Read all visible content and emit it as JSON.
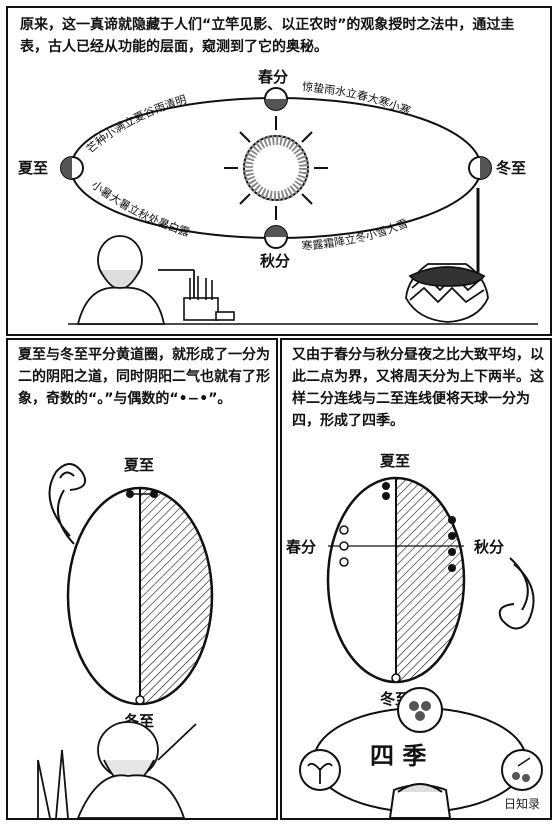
{
  "top_panel": {
    "text": "原来，这一真谛就隐藏于人们“立竿见影、以正农时”的观象授时之法中，通过圭表，古人已经从功能的层面，窥测到了它的奥秘。",
    "labels": {
      "spring": "春分",
      "autumn": "秋分",
      "summer": "夏至",
      "winter": "冬至"
    },
    "terms_upper_left": "芒种小满立夏谷雨清明",
    "terms_upper_right": "惊蛰雨水立春大寒小寒",
    "terms_lower_left": "小暑大暑立秋处暑白露",
    "terms_lower_right": "寒露霜降立冬小雪大雪"
  },
  "left_panel": {
    "text": "夏至与冬至平分黄道圈，就形成了一分为二的阴阳之道，同时阴阳二气也就有了形象，奇数的“。”与偶数的“•−•”。",
    "label_top": "夏至",
    "label_bottom": "冬至"
  },
  "right_panel": {
    "text": "又由于春分与秋分昼夜之比大致平均，以此二点为界，又将周天分为上下两半。这样二分连线与二至连线便将天球一分为四，形成了四季。",
    "label_top": "夏至",
    "label_bottom": "冬至",
    "label_left": "春分",
    "label_right": "秋分",
    "center_title": "四 季"
  },
  "watermark": "日知录"
}
